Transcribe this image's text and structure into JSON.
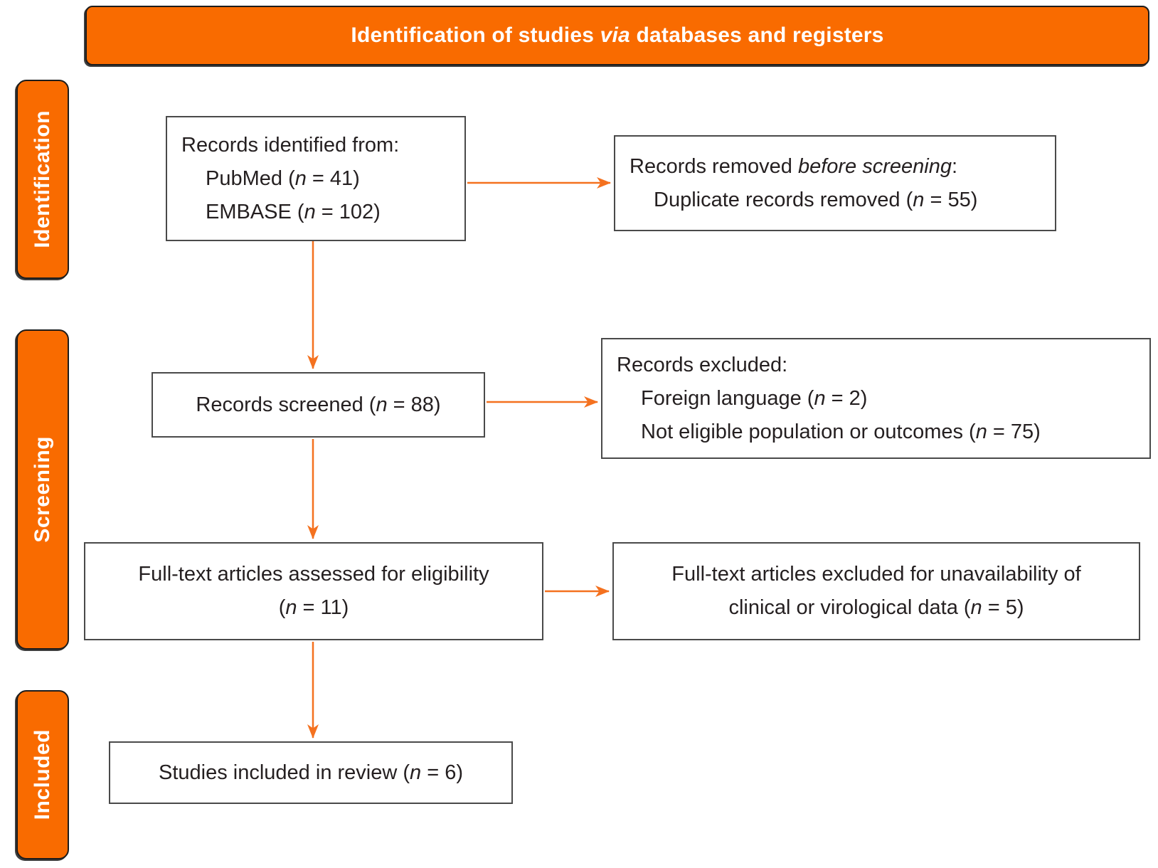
{
  "colors": {
    "orange": "#F96B00",
    "arrow": "#F4711F",
    "box_border": "#4A4A4A",
    "dark_border": "#1C1C1C",
    "text": "#241F20"
  },
  "header": {
    "title_segments": [
      {
        "text": "Identification of studies "
      },
      {
        "text": "via",
        "italic": true
      },
      {
        "text": " databases and registers"
      }
    ]
  },
  "sidebar": {
    "stages": [
      {
        "label": "Identification"
      },
      {
        "label": "Screening"
      },
      {
        "label": "Included"
      }
    ]
  },
  "boxes": {
    "records_identified": {
      "lines": [
        [
          {
            "text": "Records identified from:"
          }
        ],
        [
          {
            "text": "PubMed ("
          },
          {
            "text": "n",
            "italic": true
          },
          {
            "text": " = 41)"
          }
        ],
        [
          {
            "text": "EMBASE ("
          },
          {
            "text": "n",
            "italic": true
          },
          {
            "text": " = 102)"
          }
        ]
      ]
    },
    "records_removed": {
      "lines": [
        [
          {
            "text": "Records removed "
          },
          {
            "text": "before screening",
            "italic": true
          },
          {
            "text": ":"
          }
        ],
        [
          {
            "text": "Duplicate records removed ("
          },
          {
            "text": "n",
            "italic": true
          },
          {
            "text": " = 55)"
          }
        ]
      ]
    },
    "records_screened": {
      "lines": [
        [
          {
            "text": "Records screened ("
          },
          {
            "text": "n",
            "italic": true
          },
          {
            "text": " = 88)"
          }
        ]
      ]
    },
    "records_excluded": {
      "lines": [
        [
          {
            "text": "Records excluded:"
          }
        ],
        [
          {
            "text": "Foreign language ("
          },
          {
            "text": "n",
            "italic": true
          },
          {
            "text": " = 2)"
          }
        ],
        [
          {
            "text": "Not eligible population or outcomes ("
          },
          {
            "text": "n",
            "italic": true
          },
          {
            "text": " = 75)"
          }
        ]
      ]
    },
    "fulltext_assessed": {
      "lines": [
        [
          {
            "text": "Full-text articles assessed for eligibility"
          }
        ],
        [
          {
            "text": "("
          },
          {
            "text": "n",
            "italic": true
          },
          {
            "text": " = 11)"
          }
        ]
      ]
    },
    "fulltext_excluded": {
      "lines": [
        [
          {
            "text": "Full-text articles excluded for unavailability of"
          }
        ],
        [
          {
            "text": "clinical or virological data ("
          },
          {
            "text": "n",
            "italic": true
          },
          {
            "text": " = 5)"
          }
        ]
      ]
    },
    "studies_included": {
      "lines": [
        [
          {
            "text": "Studies included in review ("
          },
          {
            "text": "n",
            "italic": true
          },
          {
            "text": " = 6)"
          }
        ]
      ]
    }
  },
  "counts": {
    "pubmed": 41,
    "embase": 102,
    "duplicate_records_removed": 55,
    "records_screened": 88,
    "excluded_foreign_language": 2,
    "excluded_not_eligible": 75,
    "fulltext_assessed": 11,
    "fulltext_excluded": 5,
    "studies_included": 6
  }
}
